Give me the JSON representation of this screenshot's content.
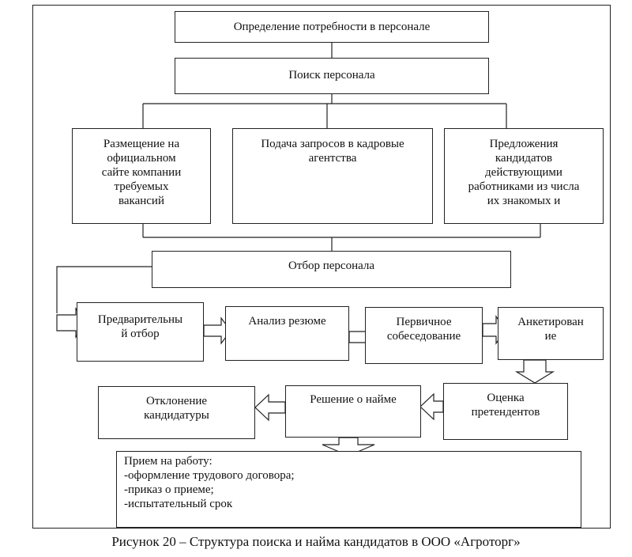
{
  "diagram": {
    "need": "Определение потребности в персонале",
    "search": "Поиск персонала",
    "channels": [
      "Размещение на\nофициальном\nсайте компании\nтребуемых\nвакансий",
      "Подача запросов в кадровые\nагентства",
      "Предложения\nкандидатов\nдействующими\nработниками из числа\nих знакомых и"
    ],
    "selection": "Отбор персонала",
    "steps": [
      "Предварительны\nй отбор",
      "Анализ резюме",
      "Первичное\nсобеседование",
      "Анкетирован\nие"
    ],
    "evaluation": "Оценка\nпретендентов",
    "decision": "Решение о найме",
    "rejection": "Отклонение\nкандидатуры",
    "hire": {
      "title": "Прием на работу:",
      "items": [
        "-оформление трудового договора;",
        "-приказ о приеме;",
        "-испытательный срок"
      ]
    }
  },
  "caption": "Рисунок 20 – Структура поиска и найма кандидатов в ООО «Агроторг»"
}
